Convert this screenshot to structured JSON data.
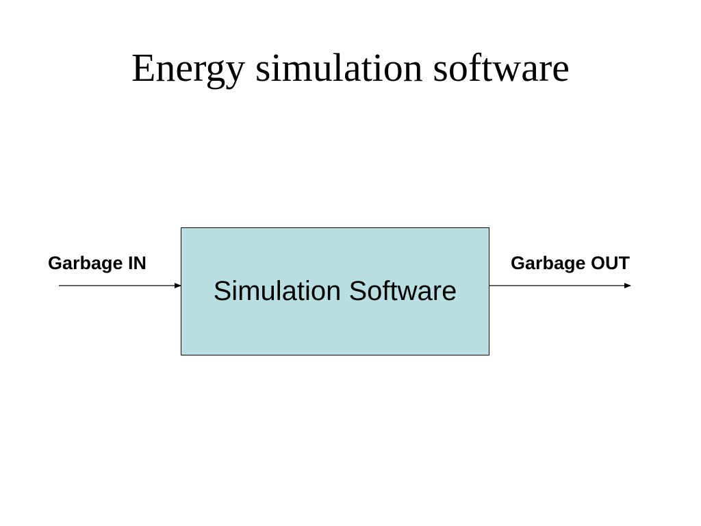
{
  "slide": {
    "title": "Energy simulation software"
  },
  "diagram": {
    "process": {
      "label": "Simulation Software",
      "fill_color": "#b9dfe2",
      "border_color": "#000000"
    },
    "input": {
      "label": "Garbage IN"
    },
    "output": {
      "label": "Garbage OUT"
    },
    "arrow_color": "#000000"
  }
}
